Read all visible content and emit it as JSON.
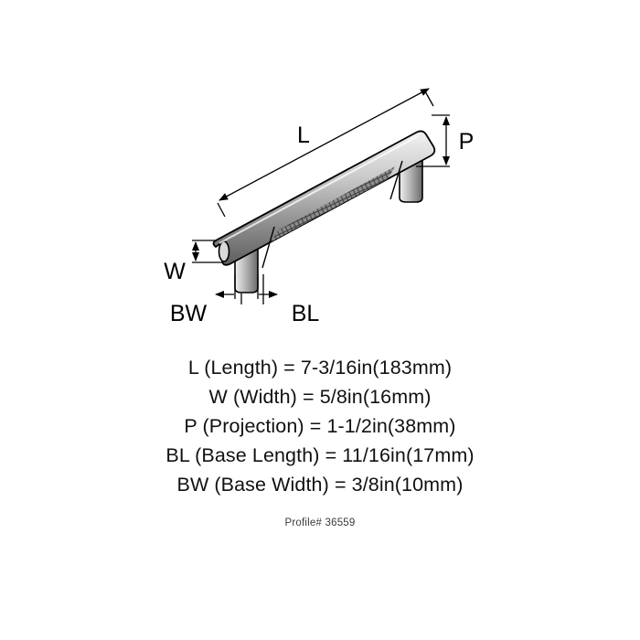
{
  "diagram": {
    "type": "cabinet-pull-dimension-drawing",
    "labels": {
      "length": "L",
      "width": "W",
      "projection": "P",
      "base_length": "BL",
      "base_width": "BW"
    }
  },
  "specs": [
    {
      "id": "length",
      "text": "L (Length) = 7-3/16in(183mm)"
    },
    {
      "id": "width",
      "text": "W (Width) = 5/8in(16mm)"
    },
    {
      "id": "projection",
      "text": "P (Projection) = 1-1/2in(38mm)"
    },
    {
      "id": "base_length",
      "text": "BL (Base Length) = 11/16in(17mm)"
    },
    {
      "id": "base_width",
      "text": "BW (Base Width) = 3/8in(10mm)"
    }
  ],
  "profile": {
    "text": "Profile# 36559"
  },
  "colors": {
    "line": "#000000",
    "knurl": "#4d4d4d",
    "background": "#ffffff",
    "text": "#111111",
    "profile_text": "#3a3a3a"
  }
}
